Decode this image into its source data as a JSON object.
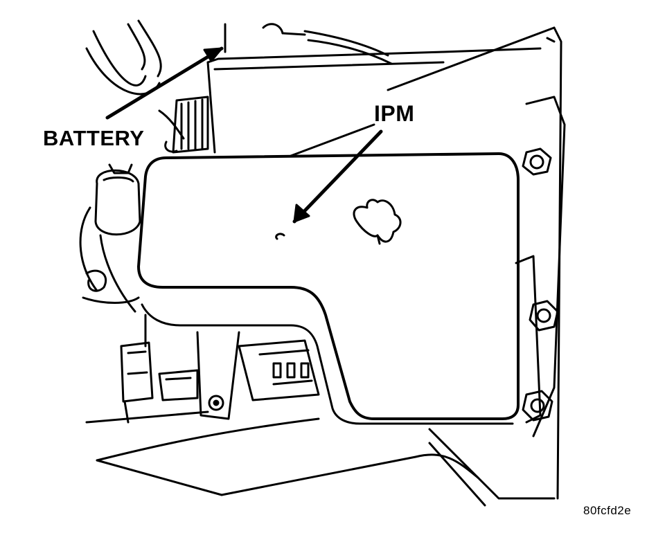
{
  "labels": {
    "battery": "BATTERY",
    "ipm": "IPM",
    "figure_code": "80fcfd2e"
  },
  "colors": {
    "ink": "#000000",
    "paper": "#ffffff"
  }
}
